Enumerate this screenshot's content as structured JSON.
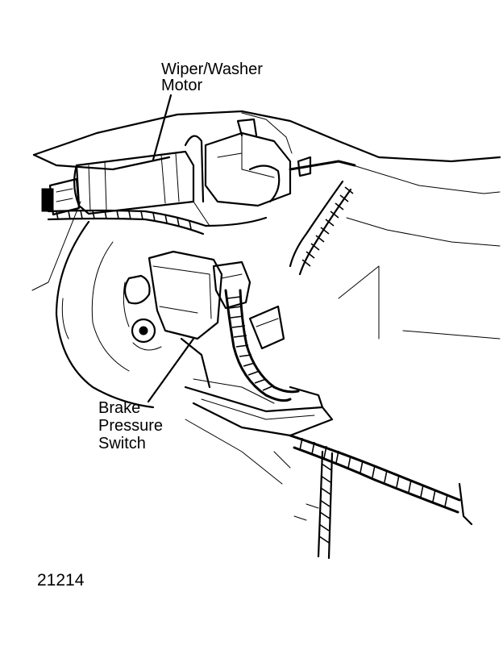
{
  "labels": {
    "wiper_washer_motor_line1": "Wiper/Washer",
    "wiper_washer_motor_line2": "Motor",
    "brake_pressure_switch_line1": "Brake",
    "brake_pressure_switch_line2": "Pressure",
    "brake_pressure_switch_line3": "Switch"
  },
  "figure_number": "21214"
}
